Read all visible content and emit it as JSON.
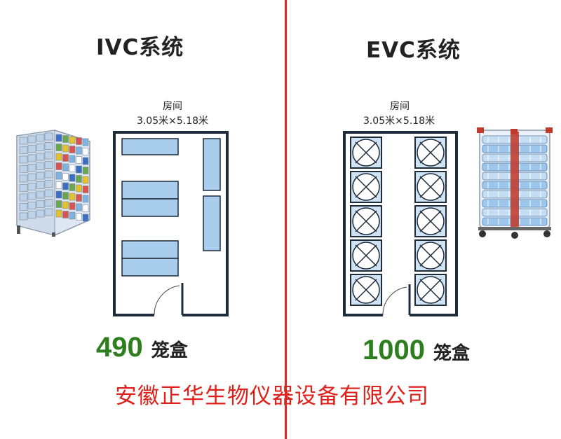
{
  "ivc": {
    "title": "IVC系统",
    "room_label": "房间",
    "room_size": "3.05米×5.18米",
    "count": "490",
    "count_unit": "笼盒",
    "rack_icon": "ivc-rack-photo-icon"
  },
  "evc": {
    "title": "EVC系统",
    "room_label": "房间",
    "room_size": "3.05米×5.18米",
    "count": "1000",
    "count_unit": "笼盒",
    "rack_icon": "evc-rack-photo-icon"
  },
  "footer_text": "安徽正华生物仪器设备有限公司",
  "colors": {
    "count_green": "#2e7d1f",
    "footer_red": "#e0201a",
    "divider_red": "#d42a2a",
    "rack_fill": "#a9cdec",
    "rack_stroke": "#1d2b3a"
  }
}
